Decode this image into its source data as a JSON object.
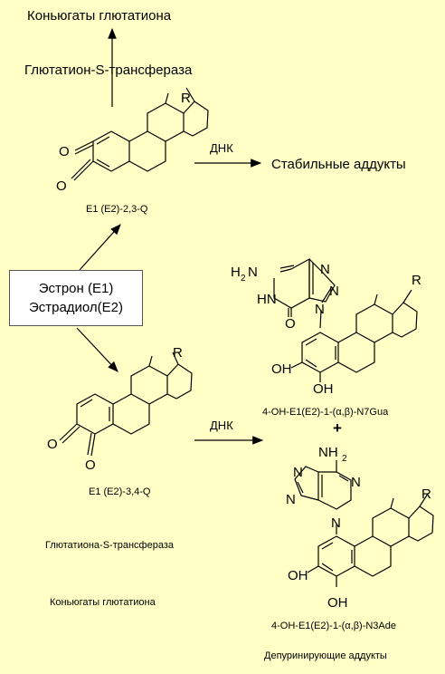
{
  "top": {
    "conjugates": "Коньюгаты глютатиона",
    "enzyme": "Глютатион-S-трансфераза",
    "catechol_quinone": "E1 (E2)-2,3-Q"
  },
  "stable": {
    "reagent": "ДНК",
    "product": "Стабильные аддукты"
  },
  "box": {
    "line1": "Эстрон (E1)",
    "line2": "Эстрадиол(E2)"
  },
  "bottom": {
    "catechol_quinone": "E1 (E2)-3,4-Q",
    "reagent": "ДНК",
    "enzyme": "Глютатиона-S-трансфераза",
    "conjugates": "Коньюгаты глютатиона"
  },
  "adducts": {
    "n7gua": "4-OH-E1(E2)-1-(α,β)-N7Gua",
    "plus": "+",
    "n3ade": "4-OH-E1(E2)-1-(α,β)-N3Ade",
    "depurinating": "Депуринирующие аддукты"
  },
  "atoms": {
    "R": "R",
    "O": "O",
    "N": "N",
    "H": "H",
    "OH": "OH",
    "H2N": "H",
    "H2N_sub": "2",
    "H2N_N": "N",
    "NH2_N": "NH",
    "NH2_sub": "2"
  }
}
